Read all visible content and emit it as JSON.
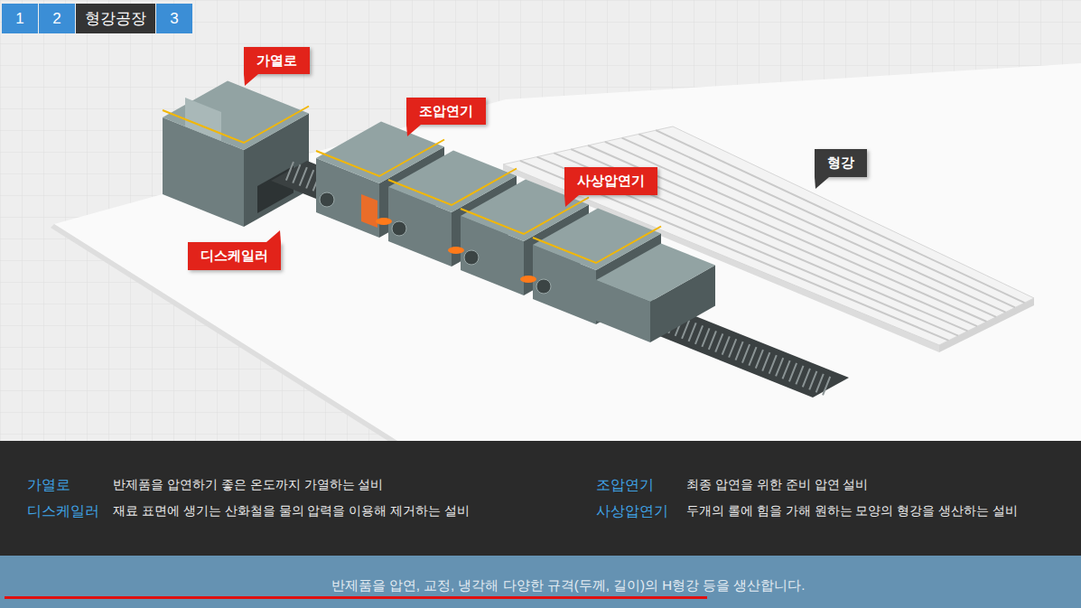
{
  "diagram": {
    "caption": "반제품을 압연, 교정, 냉각해 다양한 규격(두께, 길이)의 H형강 등을 생산합니다.",
    "nodes": [
      {
        "text": [
          "1"
        ]
      },
      {
        "text": [
          "2"
        ]
      },
      {
        "text": [
          "형강공장"
        ]
      },
      {
        "text": [
          "3"
        ]
      },
      {
        "text": [
          "가열로"
        ]
      },
      {
        "text": [
          "조압연기"
        ]
      },
      {
        "text": [
          "형강"
        ]
      },
      {
        "text": [
          "사상압연기"
        ]
      },
      {
        "text": [
          "디스케일러"
        ]
      }
    ],
    "labels": [
      "가열로",
      "반제품을 압연하기 좋은 온도까지 가열하는 설비",
      "조압연기",
      "최종 압연을 위한 준비 압연 설비",
      "디스케일러",
      "재료 표면에 생기는 산화철을 물의 압력을 이용해 제거하는 설비",
      "사상압연기",
      "두개의 롤에 힘을 가해 원하는 모양의 형강을 생산하는 설비"
    ]
  }
}
